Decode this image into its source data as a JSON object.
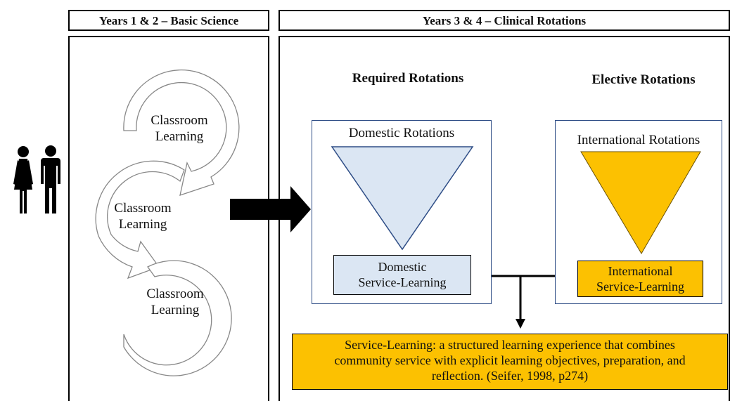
{
  "headers": {
    "left": "Years 1 & 2 – Basic Science",
    "right": "Years 3 & 4 – Clinical Rotations"
  },
  "cycle": {
    "labels": [
      {
        "line1": "Classroom",
        "line2": "Learning"
      },
      {
        "line1": "Classroom",
        "line2": "Learning"
      },
      {
        "line1": "Classroom",
        "line2": "Learning"
      }
    ]
  },
  "required": {
    "heading": "Required Rotations",
    "box_title": "Domestic Rotations",
    "label_line1": "Domestic",
    "label_line2": "Service-Learning"
  },
  "elective": {
    "heading": "Elective Rotations",
    "box_title": "International Rotations",
    "label_line1": "International",
    "label_line2": "Service-Learning"
  },
  "definition": {
    "line1": "Service-Learning: a structured learning experience that combines",
    "line2": "community service with explicit learning objectives, preparation, and",
    "line3": "reflection. (Seifer, 1998, p274)"
  },
  "colors": {
    "domestic_fill": "#dbe6f3",
    "international_fill": "#fcc101",
    "box_border": "#2e4d86"
  },
  "icons": [
    "woman-icon",
    "man-icon"
  ]
}
